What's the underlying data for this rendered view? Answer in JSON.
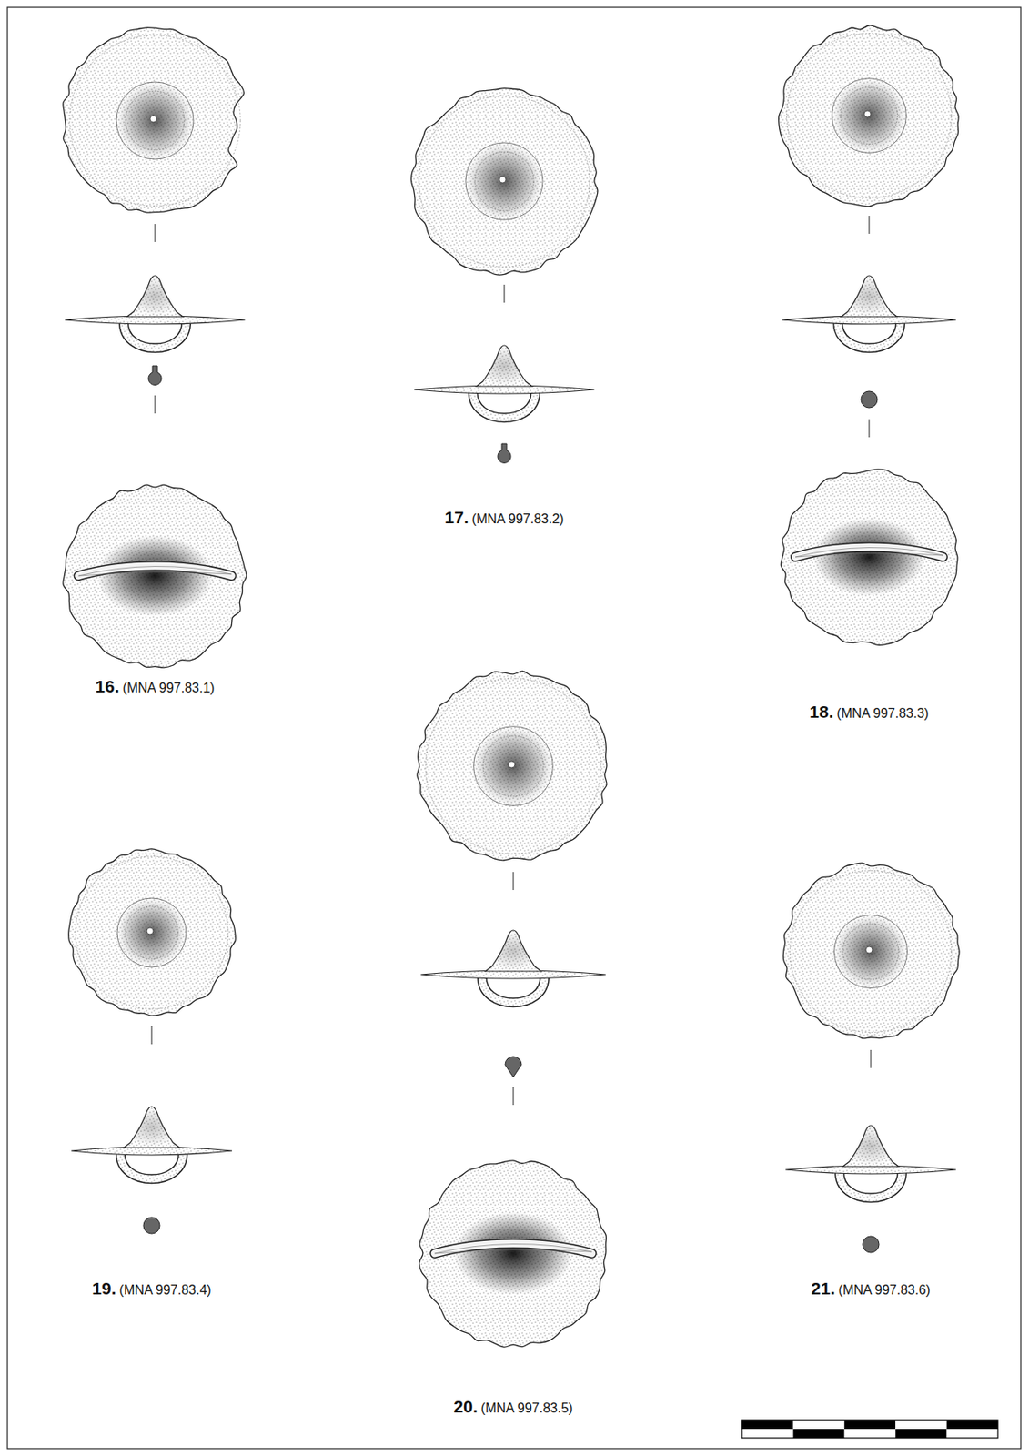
{
  "diagram": {
    "labels": [
      "16.",
      "(MNA 997.83.1)",
      "17.",
      "(MNA 997.83.2)",
      "18.",
      "(MNA 997.83.3)",
      "19.",
      "(MNA 997.83.4)",
      "20.",
      "(MNA 997.83.5)",
      "21.",
      "(MNA 997.83.6)"
    ]
  }
}
